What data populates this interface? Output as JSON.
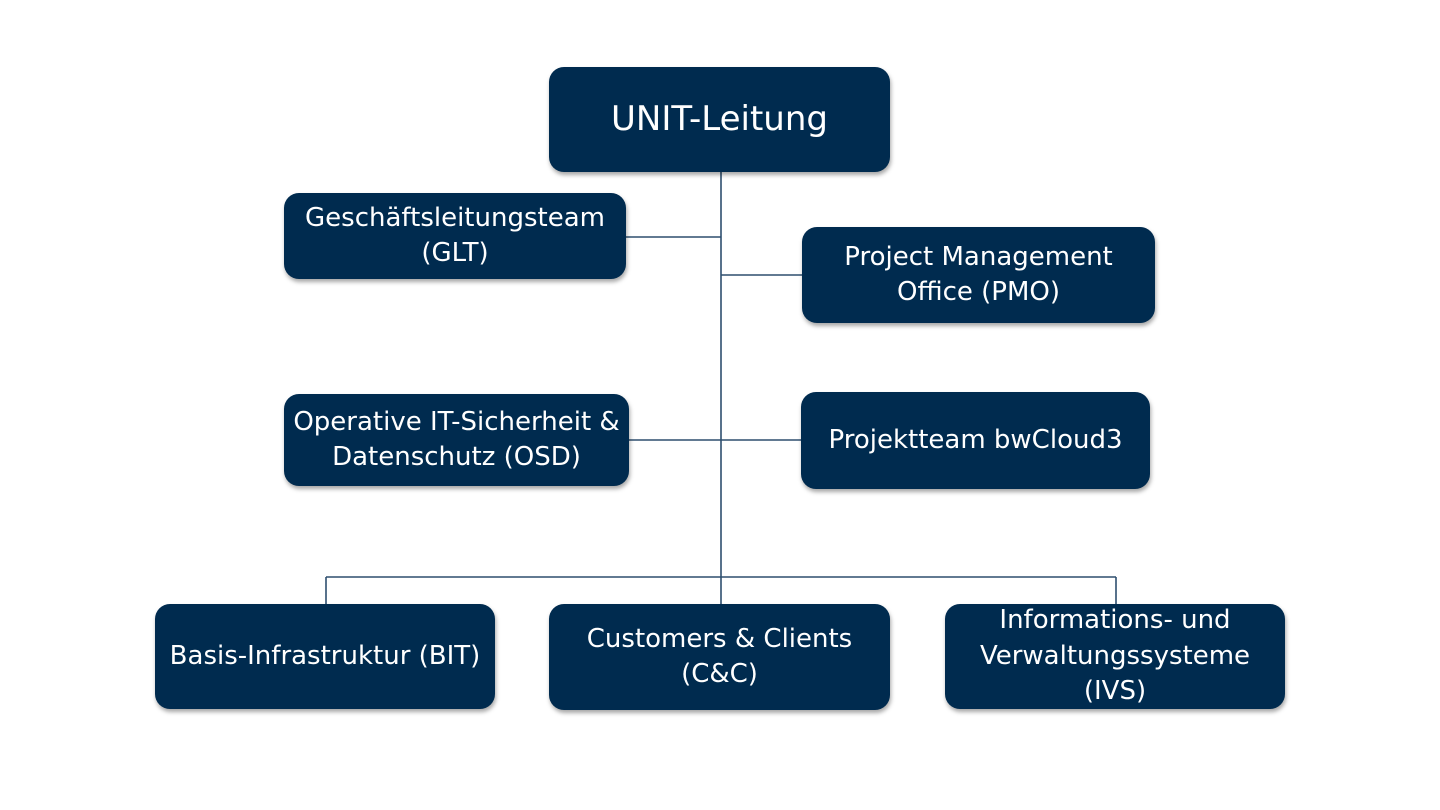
{
  "theme": {
    "box_fill": "#002B4F",
    "box_text": "#FFFFFF",
    "connector": "#2E4F6F",
    "background": "#FFFFFF"
  },
  "org": {
    "head": [
      "UNIT-Leitung"
    ],
    "staff_left_1": [
      "Geschäftsleitungsteam",
      "(GLT)"
    ],
    "staff_right_1": [
      "Project Management",
      "Office (PMO)"
    ],
    "staff_left_2": [
      "Operative IT-Sicherheit &",
      "Datenschutz (OSD)"
    ],
    "staff_right_2": [
      "Projektteam bwCloud3"
    ],
    "dept_1": [
      "Basis-Infrastruktur (BIT)"
    ],
    "dept_2": [
      "Customers & Clients",
      "(C&C)"
    ],
    "dept_3": [
      "Informations- und",
      "Verwaltungssysteme",
      "(IVS)"
    ]
  }
}
